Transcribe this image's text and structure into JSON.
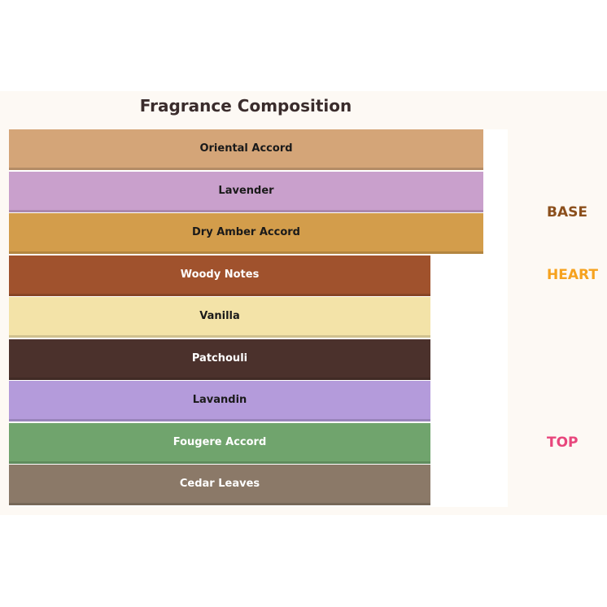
{
  "title": "Fragrance Composition",
  "tiers": {
    "base": {
      "label": "BASE",
      "color": "#8b4f1c"
    },
    "heart": {
      "label": "HEART",
      "color": "#f6a21e"
    },
    "top": {
      "label": "TOP",
      "color": "#e8467c"
    }
  },
  "layers": [
    {
      "label": "Oriental Accord",
      "fill": "#d4a578",
      "text_color": "#1a1a1a",
      "tier": "base"
    },
    {
      "label": "Lavender",
      "fill": "#c9a0cc",
      "text_color": "#1a1a1a",
      "tier": "base"
    },
    {
      "label": "Dry Amber Accord",
      "fill": "#d39d4b",
      "text_color": "#1a1a1a",
      "tier": "base"
    },
    {
      "label": "Woody Notes",
      "fill": "#a0522d",
      "text_color": "#ffffff",
      "tier": "heart"
    },
    {
      "label": "Vanilla",
      "fill": "#f3e3a8",
      "text_color": "#1a1a1a",
      "tier": "heart"
    },
    {
      "label": "Patchouli",
      "fill": "#4b312c",
      "text_color": "#ffffff",
      "tier": "heart"
    },
    {
      "label": "Lavandin",
      "fill": "#b49bdb",
      "text_color": "#1a1a1a",
      "tier": "top"
    },
    {
      "label": "Fougere Accord",
      "fill": "#70a46d",
      "text_color": "#ffffff",
      "tier": "top"
    },
    {
      "label": "Cedar Leaves",
      "fill": "#8b7968",
      "text_color": "#ffffff",
      "tier": "top"
    }
  ]
}
